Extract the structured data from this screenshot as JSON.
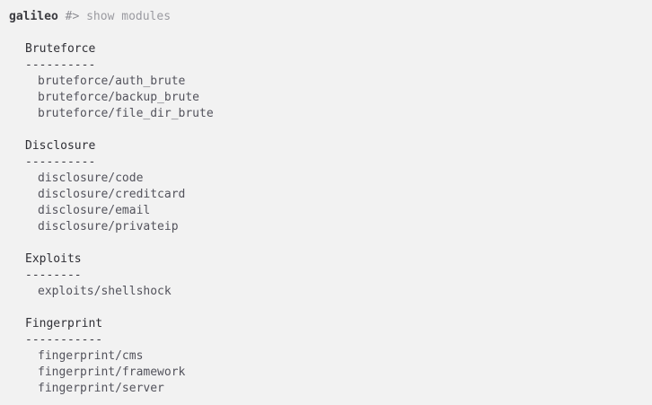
{
  "terminal": {
    "background_color": "#f2f2f2",
    "prompt": {
      "host": "galileo",
      "sigil": "#>",
      "command": "show modules"
    },
    "colors": {
      "host": "#3b3b40",
      "sigil": "#8e8e94",
      "command": "#9a9aa0",
      "header": "#2f2f35",
      "rule": "#3a3a41",
      "module": "#53535c"
    }
  },
  "output": {
    "categories": [
      {
        "name": "Bruteforce",
        "rule": "----------",
        "modules": [
          "bruteforce/auth_brute",
          "bruteforce/backup_brute",
          "bruteforce/file_dir_brute"
        ]
      },
      {
        "name": "Disclosure",
        "rule": "----------",
        "modules": [
          "disclosure/code",
          "disclosure/creditcard",
          "disclosure/email",
          "disclosure/privateip"
        ]
      },
      {
        "name": "Exploits",
        "rule": "--------",
        "modules": [
          "exploits/shellshock"
        ]
      },
      {
        "name": "Fingerprint",
        "rule": "-----------",
        "modules": [
          "fingerprint/cms",
          "fingerprint/framework",
          "fingerprint/server"
        ]
      }
    ]
  }
}
